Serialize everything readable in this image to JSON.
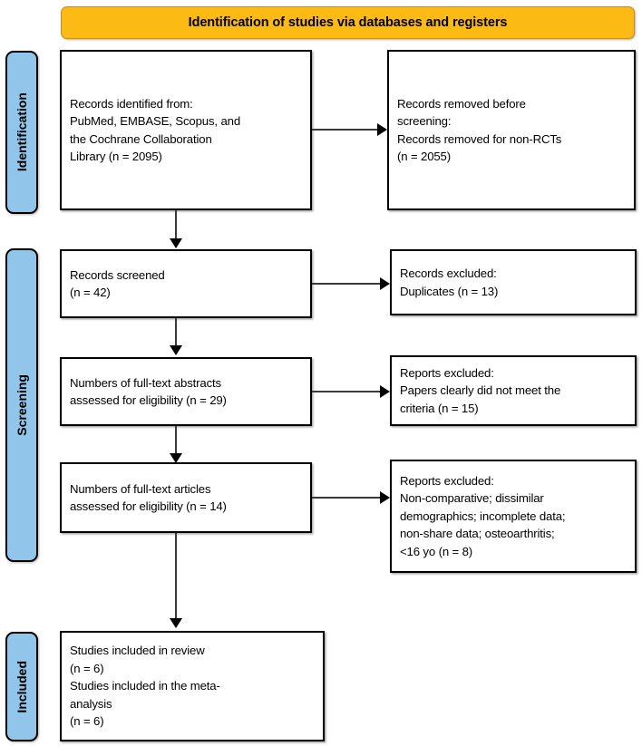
{
  "diagram": {
    "type": "prisma-flow-diagram",
    "banner": {
      "label": "Identification of studies via databases and registers",
      "color": "#FBBA14"
    },
    "stage_labels": [
      {
        "id": "identification",
        "label": "Identification",
        "color": "#92C5EA"
      },
      {
        "id": "screening",
        "label": "Screening",
        "color": "#92C5EA"
      },
      {
        "id": "included",
        "label": "Included",
        "color": "#92C5EA"
      }
    ],
    "boxes": {
      "records_identified": {
        "text": "Records identified from:\nPubMed, EMBASE, Scopus, and\nthe Cochrane Collaboration\nLibrary (n = 2095)",
        "n": 2095
      },
      "records_removed": {
        "text": "Records removed before\nscreening:\nRecords removed for non-RCTs\n(n = 2055)",
        "n": 2055
      },
      "records_screened": {
        "text": "Records screened\n(n = 42)",
        "n": 42
      },
      "records_excluded": {
        "text": "Records excluded:\nDuplicates (n = 13)",
        "n": 13
      },
      "abstracts_assessed": {
        "text": "Numbers of full-text abstracts\nassessed for eligibility (n = 29)",
        "n": 29
      },
      "reports_excluded_abstracts": {
        "text": "Reports excluded:\nPapers clearly did not meet the\ncriteria (n = 15)",
        "n": 15
      },
      "articles_assessed": {
        "text": "Numbers of full-text articles\nassessed for eligibility (n = 14)",
        "n": 14
      },
      "reports_excluded_articles": {
        "text": "Reports excluded:\nNon-comparative; dissimilar\ndemographics; incomplete data;\nnon-share data; osteoarthritis;\n<16 yo (n = 8)",
        "n": 8
      },
      "studies_included": {
        "text": "Studies included in review\n(n = 6)\nStudies included in the meta-\nanalysis\n(n = 6)",
        "n": 6
      }
    }
  }
}
